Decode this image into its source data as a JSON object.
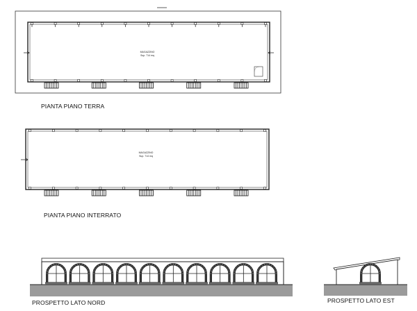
{
  "labels": {
    "ground_floor_plan": "PIANTA PIANO TERRA",
    "basement_plan": "PIANTA PIANO INTERRATO",
    "north_elevation": "PROSPETTO LATO NORD",
    "east_elevation": "PROSPETTO LATO EST"
  },
  "room_tags": {
    "ground_floor_line1": "MAGAZZINO",
    "ground_floor_line2": "Sup. 714 mq",
    "basement_line1": "MAGAZZINO",
    "basement_line2": "Sup. 714 mq"
  },
  "counts": {
    "ground_floor_window_bays": 5,
    "basement_window_bays": 5,
    "north_elevation_arches": 10,
    "east_elevation_arches": 1
  }
}
